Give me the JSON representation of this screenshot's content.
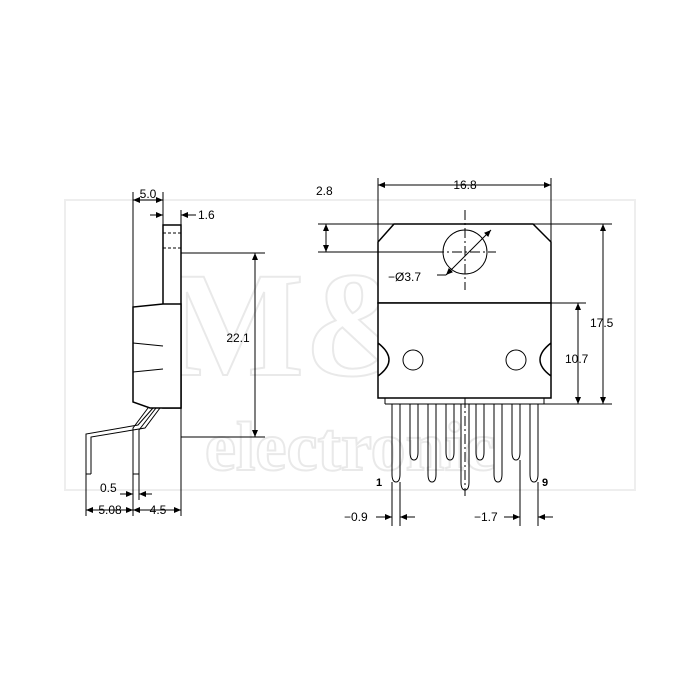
{
  "watermark": {
    "logo": "M&C",
    "subtitle": "electronic"
  },
  "side_view": {
    "dims": {
      "top_width": "5.0",
      "tab_thickness": "1.6",
      "height": "22.1",
      "lead_thickness": "0.5",
      "lead_offset": "5.08",
      "lead_span": "4.5"
    }
  },
  "front_view": {
    "dims": {
      "width": "16.8",
      "hole_offset": "2.8",
      "hole_diameter": "−Ø3.7",
      "total_height": "17.5",
      "body_height": "10.7",
      "lead_width": "−0.9",
      "lead_pitch": "−1.7"
    },
    "pin_first": "1",
    "pin_last": "9"
  }
}
